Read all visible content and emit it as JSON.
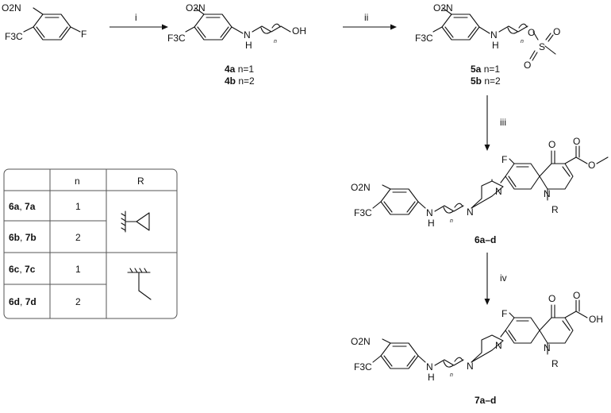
{
  "atoms": {
    "no2": "O2N",
    "cf3": "F3C",
    "f": "F",
    "nh_n": "N",
    "nh_h": "H",
    "oh": "OH",
    "o": "O",
    "s": "S",
    "n": "N",
    "r": "R",
    "n_index": "n"
  },
  "steps": {
    "i": "i",
    "ii": "ii",
    "iii": "iii",
    "iv": "iv"
  },
  "compounds": {
    "c4a_bold": "4a",
    "c4a_rest": " n=1",
    "c4b_bold": "4b",
    "c4b_rest": " n=2",
    "c5a_bold": "5a",
    "c5a_rest": " n=1",
    "c5b_bold": "5b",
    "c5b_rest": " n=2",
    "c6": "6a–d",
    "c7": "7a–d"
  },
  "table": {
    "headers": [
      "",
      "n",
      "R"
    ],
    "rows": [
      {
        "a": "6a",
        "b": "7a",
        "n": "1"
      },
      {
        "a": "6b",
        "b": "7b",
        "n": "2"
      },
      {
        "a": "6c",
        "b": "7c",
        "n": "1"
      },
      {
        "a": "6d",
        "b": "7d",
        "n": "2"
      }
    ],
    "sep": ", "
  }
}
